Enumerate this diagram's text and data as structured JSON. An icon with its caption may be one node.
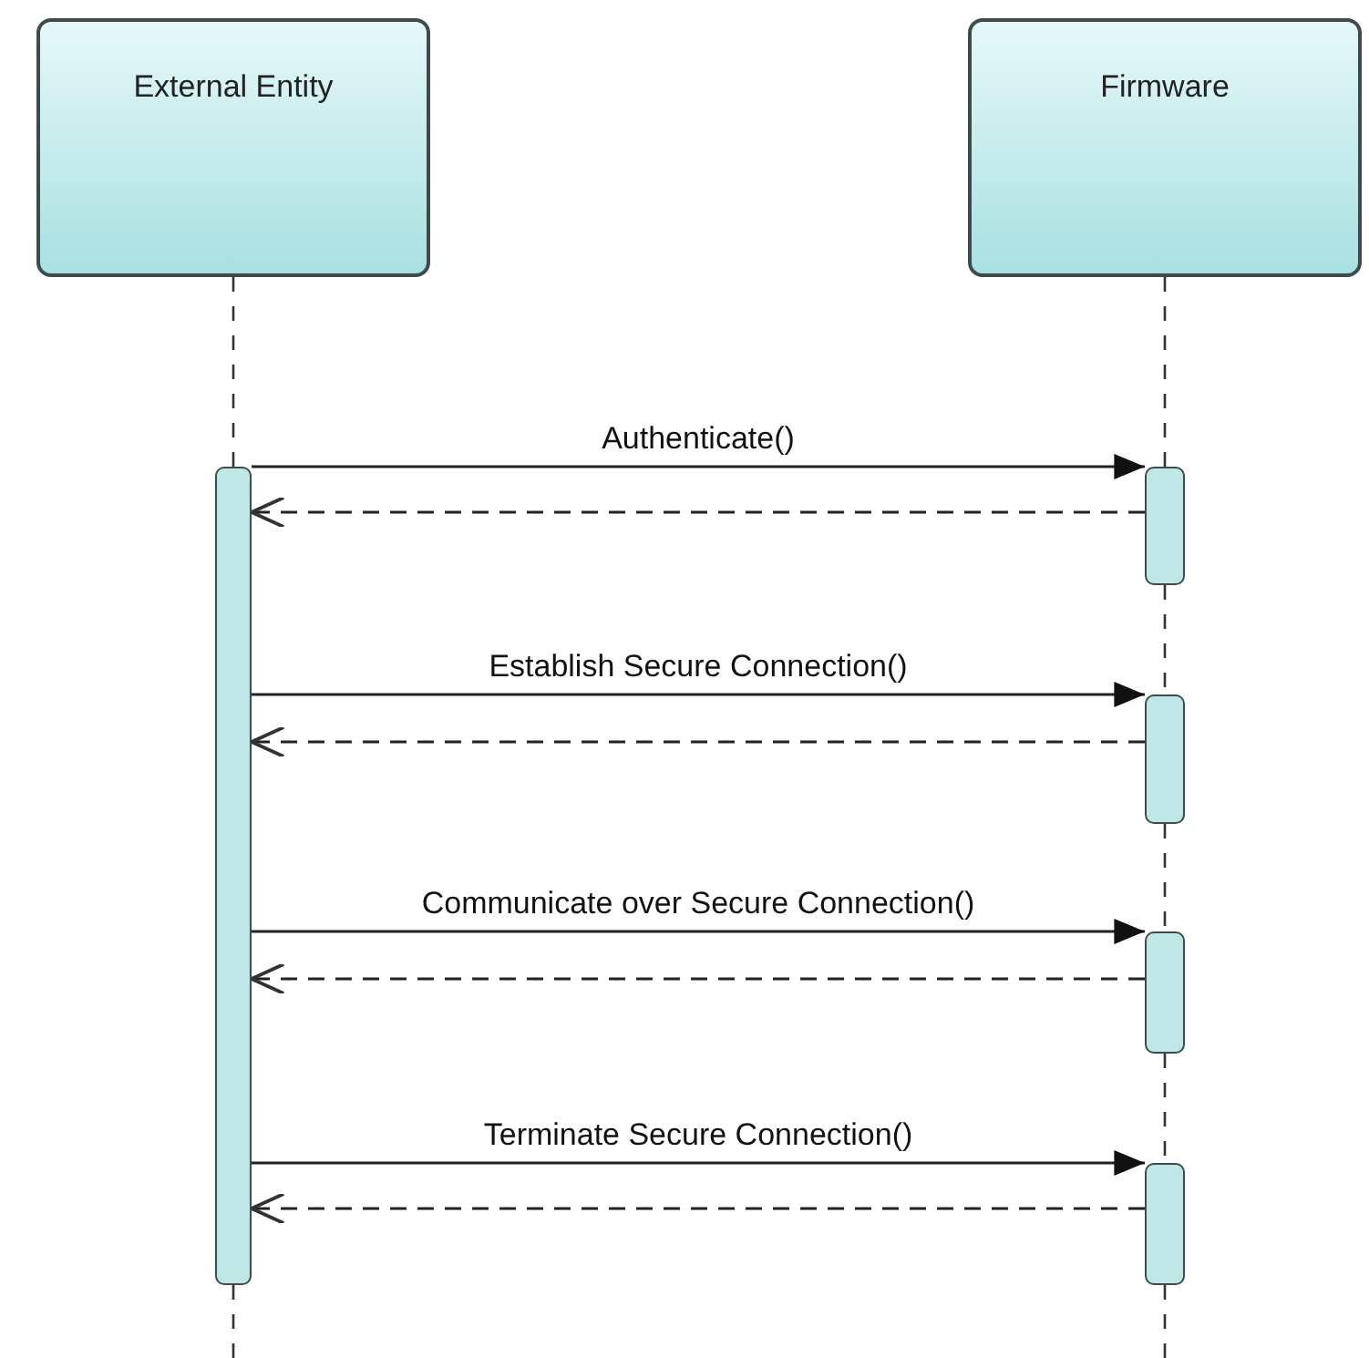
{
  "diagram": {
    "nodes": [
      {
        "text": [
          "External Entity"
        ]
      },
      {
        "text": [
          "Firmware"
        ]
      },
      {
        "text": [],
        "shape": "bar"
      },
      {
        "text": [],
        "shape": "bar"
      },
      {
        "text": [],
        "shape": "bar"
      },
      {
        "text": [],
        "shape": "bar"
      },
      {
        "text": [],
        "shape": "bar"
      }
    ],
    "edges": [
      {
        "from": 0,
        "to": 2,
        "arrow": "none",
        "style": "dashed"
      },
      {
        "from": 2,
        "to": null,
        "arrow": "none",
        "style": "dashed"
      },
      {
        "from": 1,
        "to": 3,
        "arrow": "none",
        "style": "dashed"
      },
      {
        "from": 3,
        "to": 4,
        "arrow": "none",
        "style": "dashed"
      },
      {
        "from": 4,
        "to": 5,
        "arrow": "none",
        "style": "dashed"
      },
      {
        "from": 5,
        "to": 6,
        "arrow": "none",
        "style": "dashed"
      },
      {
        "from": 6,
        "to": null,
        "arrow": "none",
        "style": "dashed"
      },
      {
        "from": 2,
        "to": 3,
        "arrow": "to",
        "label": "Authenticate()"
      },
      {
        "from": 3,
        "to": 2,
        "arrow": "to",
        "style": "dashed"
      },
      {
        "from": 2,
        "to": 4,
        "arrow": "to",
        "label": "Establish Secure Connection()"
      },
      {
        "from": 4,
        "to": 2,
        "arrow": "to",
        "style": "dashed"
      },
      {
        "from": 2,
        "to": 5,
        "arrow": "to",
        "label": "Communicate over Secure Connection()"
      },
      {
        "from": 5,
        "to": 2,
        "arrow": "to",
        "style": "dashed"
      },
      {
        "from": 2,
        "to": 6,
        "arrow": "to",
        "label": "Terminate Secure Connection()"
      },
      {
        "from": 6,
        "to": 2,
        "arrow": "to",
        "style": "dashed"
      }
    ]
  }
}
